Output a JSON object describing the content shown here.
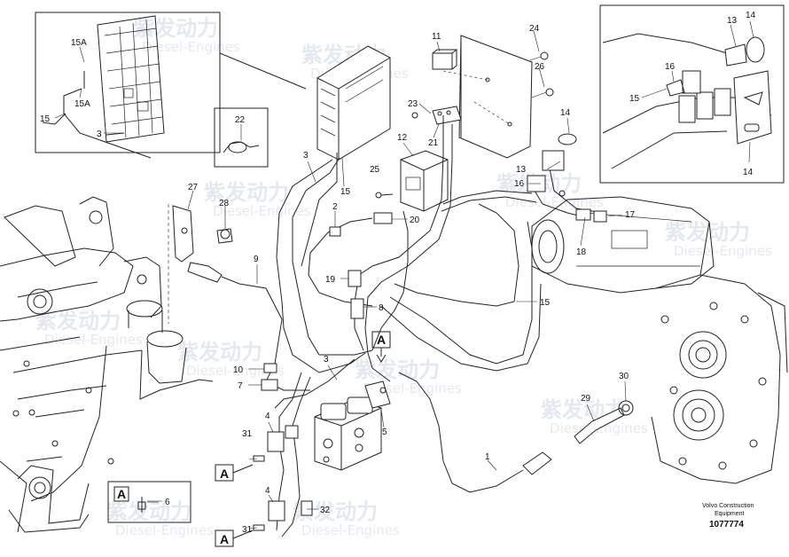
{
  "callouts": {
    "c1": "1",
    "c2": "2",
    "c3a": "3",
    "c3b": "3",
    "c3c": "3",
    "c4a": "4",
    "c4b": "4",
    "c5": "5",
    "c6": "6",
    "c7": "7",
    "c8": "8",
    "c9": "9",
    "c10": "10",
    "c11": "11",
    "c12": "12",
    "c13a": "13",
    "c13b": "13",
    "c14a": "14",
    "c14b": "14",
    "c14c": "14",
    "c15a": "15",
    "c15b": "15",
    "c15c": "15",
    "c15d": "15",
    "c15Aa": "15A",
    "c15Ab": "15A",
    "c16a": "16",
    "c16b": "16",
    "c17": "17",
    "c18": "18",
    "c19": "19",
    "c20": "20",
    "c21": "21",
    "c22": "22",
    "c23": "23",
    "c24": "24",
    "c25": "25",
    "c26": "26",
    "c27": "27",
    "c28": "28",
    "c29": "29",
    "c30": "30",
    "c31a": "31",
    "c31b": "31",
    "c32": "32"
  },
  "markers": {
    "a_top": "A",
    "a_mid": "A",
    "a_bot": "A",
    "a_legend": "A"
  },
  "watermark": {
    "brand": "紫发动力",
    "sub": "Diesel-Engines"
  },
  "footer": {
    "line1": "Volvo Construction",
    "line2": "Equipment",
    "ref": "1077774"
  }
}
